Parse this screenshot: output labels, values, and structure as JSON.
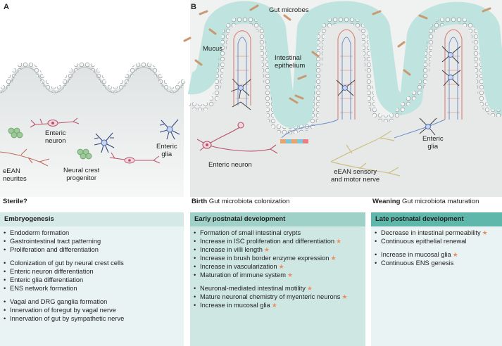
{
  "panelA": {
    "letter": "A",
    "labels": {
      "enteric_neuron": "Enteric\nneuron",
      "enteric_glia": "Enteric\nglia",
      "eean_neurites": "eEAN\nneurites",
      "neural_crest": "Neural crest\nprogenitor"
    }
  },
  "panelB": {
    "letter": "B",
    "labels": {
      "gut_microbes": "Gut microbes",
      "mucus": "Mucus",
      "intestinal_epithelium": "Intestinal\nepithelium",
      "enteric_neuron": "Enteric neuron",
      "eean_nerve": "eEAN sensory\nand motor nerve",
      "enteric_glia": "Enteric\nglia"
    }
  },
  "stages": [
    {
      "bold": "Sterile?",
      "rest": ""
    },
    {
      "bold": "Birth",
      "rest": " Gut microbiota colonization"
    },
    {
      "bold": "Weaning",
      "rest": " Gut microbiota maturation"
    }
  ],
  "boxes": [
    {
      "title": "Embryogenesis",
      "items": [
        {
          "text": "Endoderm formation",
          "star": false,
          "gap": false
        },
        {
          "text": "Gastrointestinal tract patterning",
          "star": false,
          "gap": false
        },
        {
          "text": "Proliferation and differentiation",
          "star": false,
          "gap": false
        },
        {
          "text": "Colonization of gut by neural crest cells",
          "star": false,
          "gap": true
        },
        {
          "text": "Enteric neuron differentiation",
          "star": false,
          "gap": false
        },
        {
          "text": "Enteric glia differentiation",
          "star": false,
          "gap": false
        },
        {
          "text": "ENS network formation",
          "star": false,
          "gap": false
        },
        {
          "text": "Vagal and DRG ganglia formation",
          "star": false,
          "gap": true
        },
        {
          "text": "Innervation of foregut by vagal nerve",
          "star": false,
          "gap": false
        },
        {
          "text": "Innervation of gut by sympathetic nerve",
          "star": false,
          "gap": false
        }
      ]
    },
    {
      "title": "Early postnatal development",
      "items": [
        {
          "text": "Formation of small intestinal crypts",
          "star": false,
          "gap": false
        },
        {
          "text": "Increase in ISC proliferation and differentiation",
          "star": true,
          "gap": false
        },
        {
          "text": "Increase in villi length",
          "star": true,
          "gap": false
        },
        {
          "text": "Increase in brush border enzyme expression",
          "star": true,
          "gap": false
        },
        {
          "text": "Increase in vascularization",
          "star": true,
          "gap": false
        },
        {
          "text": "Maturation of immune system",
          "star": true,
          "gap": false
        },
        {
          "text": "Neuronal-mediated intestinal motility",
          "star": true,
          "gap": true
        },
        {
          "text": "Mature neuronal chemistry of myenteric neurons",
          "star": true,
          "gap": false
        },
        {
          "text": "Increase in mucosal glia",
          "star": true,
          "gap": false
        }
      ]
    },
    {
      "title": "Late postnatal development",
      "items": [
        {
          "text": "Decrease in intestinal permeability",
          "star": true,
          "gap": false
        },
        {
          "text": "Continuous epithelial renewal",
          "star": false,
          "gap": false
        },
        {
          "text": "Increase in mucosal glia",
          "star": true,
          "gap": true
        },
        {
          "text": "Continuous ENS genesis",
          "star": false,
          "gap": false
        }
      ]
    }
  ],
  "star_glyph": "★",
  "colors": {
    "tissue": "#e6e8e8",
    "epithelium_cell": "#cfd4d6",
    "mucus": "#bfe3de",
    "neuron_pink": "#c9697a",
    "glia_blue": "#4f6fb5",
    "nerve_tan": "#cbbf86",
    "progenitor_green": "#7bb07a",
    "microbe": "#c99a72",
    "star": "#e88f68"
  }
}
